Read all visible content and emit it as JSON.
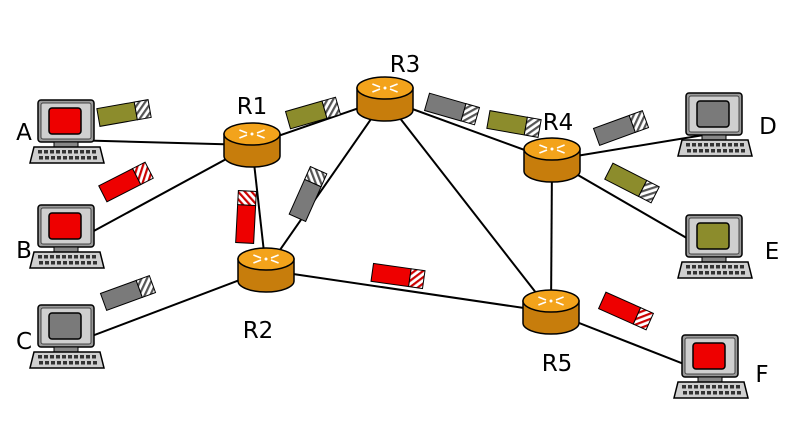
{
  "colors": {
    "olive": "#8c8c2c",
    "red": "#ee0000",
    "gray": "#7a7a7a",
    "router": "#f3a31b",
    "router_shade": "#c77d0c",
    "link": "#000000"
  },
  "routers": [
    {
      "id": "R1",
      "label": "R1"
    },
    {
      "id": "R2",
      "label": "R2"
    },
    {
      "id": "R3",
      "label": "R3"
    },
    {
      "id": "R4",
      "label": "R4"
    },
    {
      "id": "R5",
      "label": "R5"
    }
  ],
  "hosts": [
    {
      "id": "A",
      "label": "A",
      "screen": "red"
    },
    {
      "id": "B",
      "label": "B",
      "screen": "red"
    },
    {
      "id": "C",
      "label": "C",
      "screen": "gray"
    },
    {
      "id": "D",
      "label": "D",
      "screen": "gray"
    },
    {
      "id": "E",
      "label": "E",
      "screen": "olive"
    },
    {
      "id": "F",
      "label": "F",
      "screen": "red"
    }
  ],
  "links": [
    [
      "A",
      "R1"
    ],
    [
      "B",
      "R1"
    ],
    [
      "C",
      "R2"
    ],
    [
      "R1",
      "R2"
    ],
    [
      "R1",
      "R3"
    ],
    [
      "R2",
      "R3"
    ],
    [
      "R2",
      "R5"
    ],
    [
      "R3",
      "R4"
    ],
    [
      "R3",
      "R5"
    ],
    [
      "R4",
      "R5"
    ],
    [
      "R4",
      "D"
    ],
    [
      "R4",
      "E"
    ],
    [
      "R5",
      "F"
    ]
  ],
  "packets": [
    {
      "flow": "olive"
    },
    {
      "flow": "olive"
    },
    {
      "flow": "olive"
    },
    {
      "flow": "olive"
    },
    {
      "flow": "red"
    },
    {
      "flow": "red"
    },
    {
      "flow": "red"
    },
    {
      "flow": "red"
    },
    {
      "flow": "gray"
    },
    {
      "flow": "gray"
    },
    {
      "flow": "gray"
    },
    {
      "flow": "gray"
    }
  ]
}
